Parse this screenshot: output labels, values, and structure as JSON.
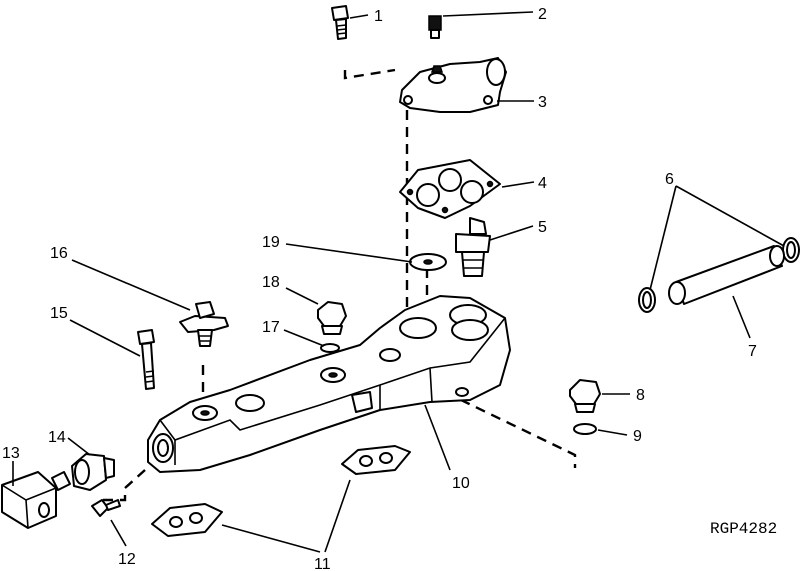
{
  "callouts": [
    {
      "id": "1",
      "text": "1"
    },
    {
      "id": "2",
      "text": "2"
    },
    {
      "id": "3",
      "text": "3"
    },
    {
      "id": "4",
      "text": "4"
    },
    {
      "id": "5",
      "text": "5"
    },
    {
      "id": "6",
      "text": "6"
    },
    {
      "id": "7",
      "text": "7"
    },
    {
      "id": "8",
      "text": "8"
    },
    {
      "id": "9",
      "text": "9"
    },
    {
      "id": "10",
      "text": "10"
    },
    {
      "id": "11",
      "text": "11"
    },
    {
      "id": "12",
      "text": "12"
    },
    {
      "id": "13",
      "text": "13"
    },
    {
      "id": "14",
      "text": "14"
    },
    {
      "id": "15",
      "text": "15"
    },
    {
      "id": "16",
      "text": "16"
    },
    {
      "id": "17",
      "text": "17"
    },
    {
      "id": "18",
      "text": "18"
    },
    {
      "id": "19",
      "text": "19"
    }
  ],
  "figure_code": "RGP4282"
}
